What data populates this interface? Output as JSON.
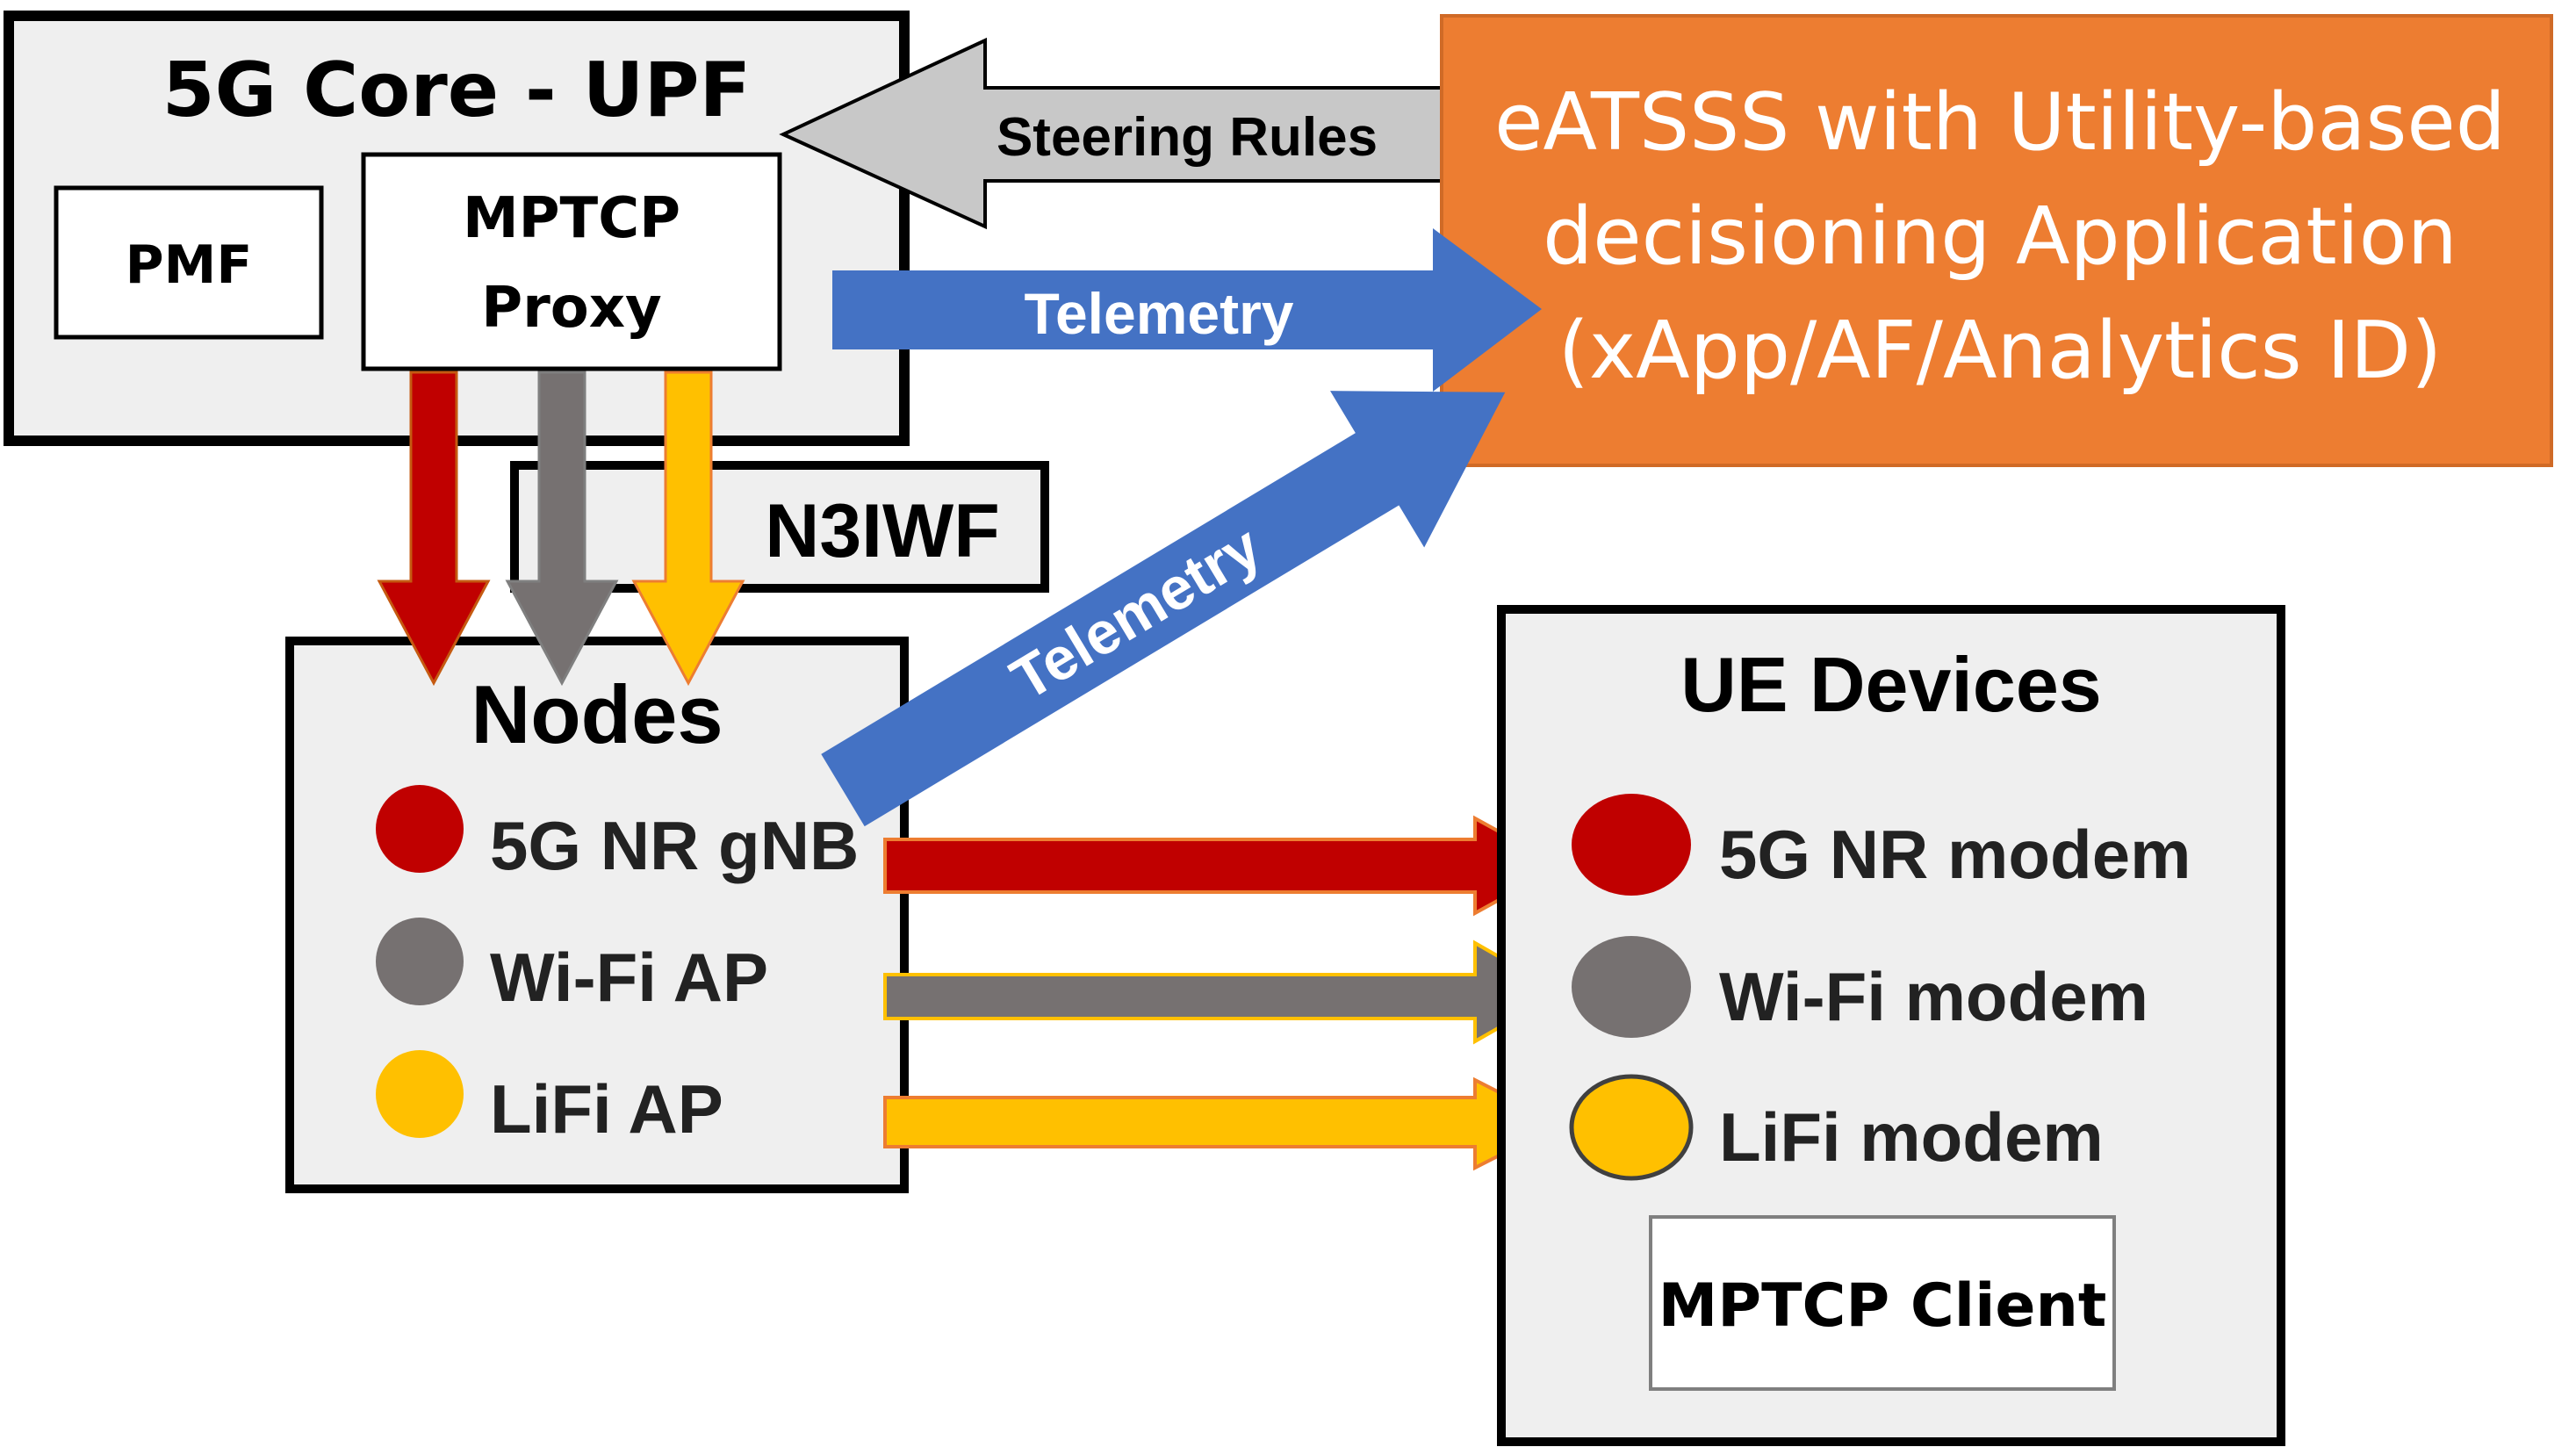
{
  "core": {
    "title": "5G Core - UPF",
    "pmf": "PMF",
    "proxy_line1": "MPTCP",
    "proxy_line2": "Proxy"
  },
  "n3iwf": "N3IWF",
  "steering": "Steering Rules",
  "telemetry_top": "Telemetry",
  "telemetry_diag": "Telemetry",
  "app": {
    "line1": "eATSSS with Utility-based",
    "line2": "decisioning Application",
    "line3": "(xApp/AF/Analytics ID)"
  },
  "nodes": {
    "title": "Nodes",
    "items": [
      {
        "label": "5G NR gNB",
        "color": "#C00000"
      },
      {
        "label": "Wi-Fi AP",
        "color": "#767171"
      },
      {
        "label": "LiFi AP",
        "color": "#FFC000"
      }
    ]
  },
  "ue": {
    "title": "UE Devices",
    "items": [
      {
        "label": "5G NR modem",
        "color": "#C00000"
      },
      {
        "label": "Wi-Fi modem",
        "color": "#767171"
      },
      {
        "label": "LiFi modem",
        "color": "#FFC000"
      }
    ],
    "client": "MPTCP Client"
  },
  "colors": {
    "orange": "#ED7D31",
    "blue": "#4472C4",
    "panel": "#EFEFEF",
    "arrow_gray": "#C8C8C8"
  }
}
